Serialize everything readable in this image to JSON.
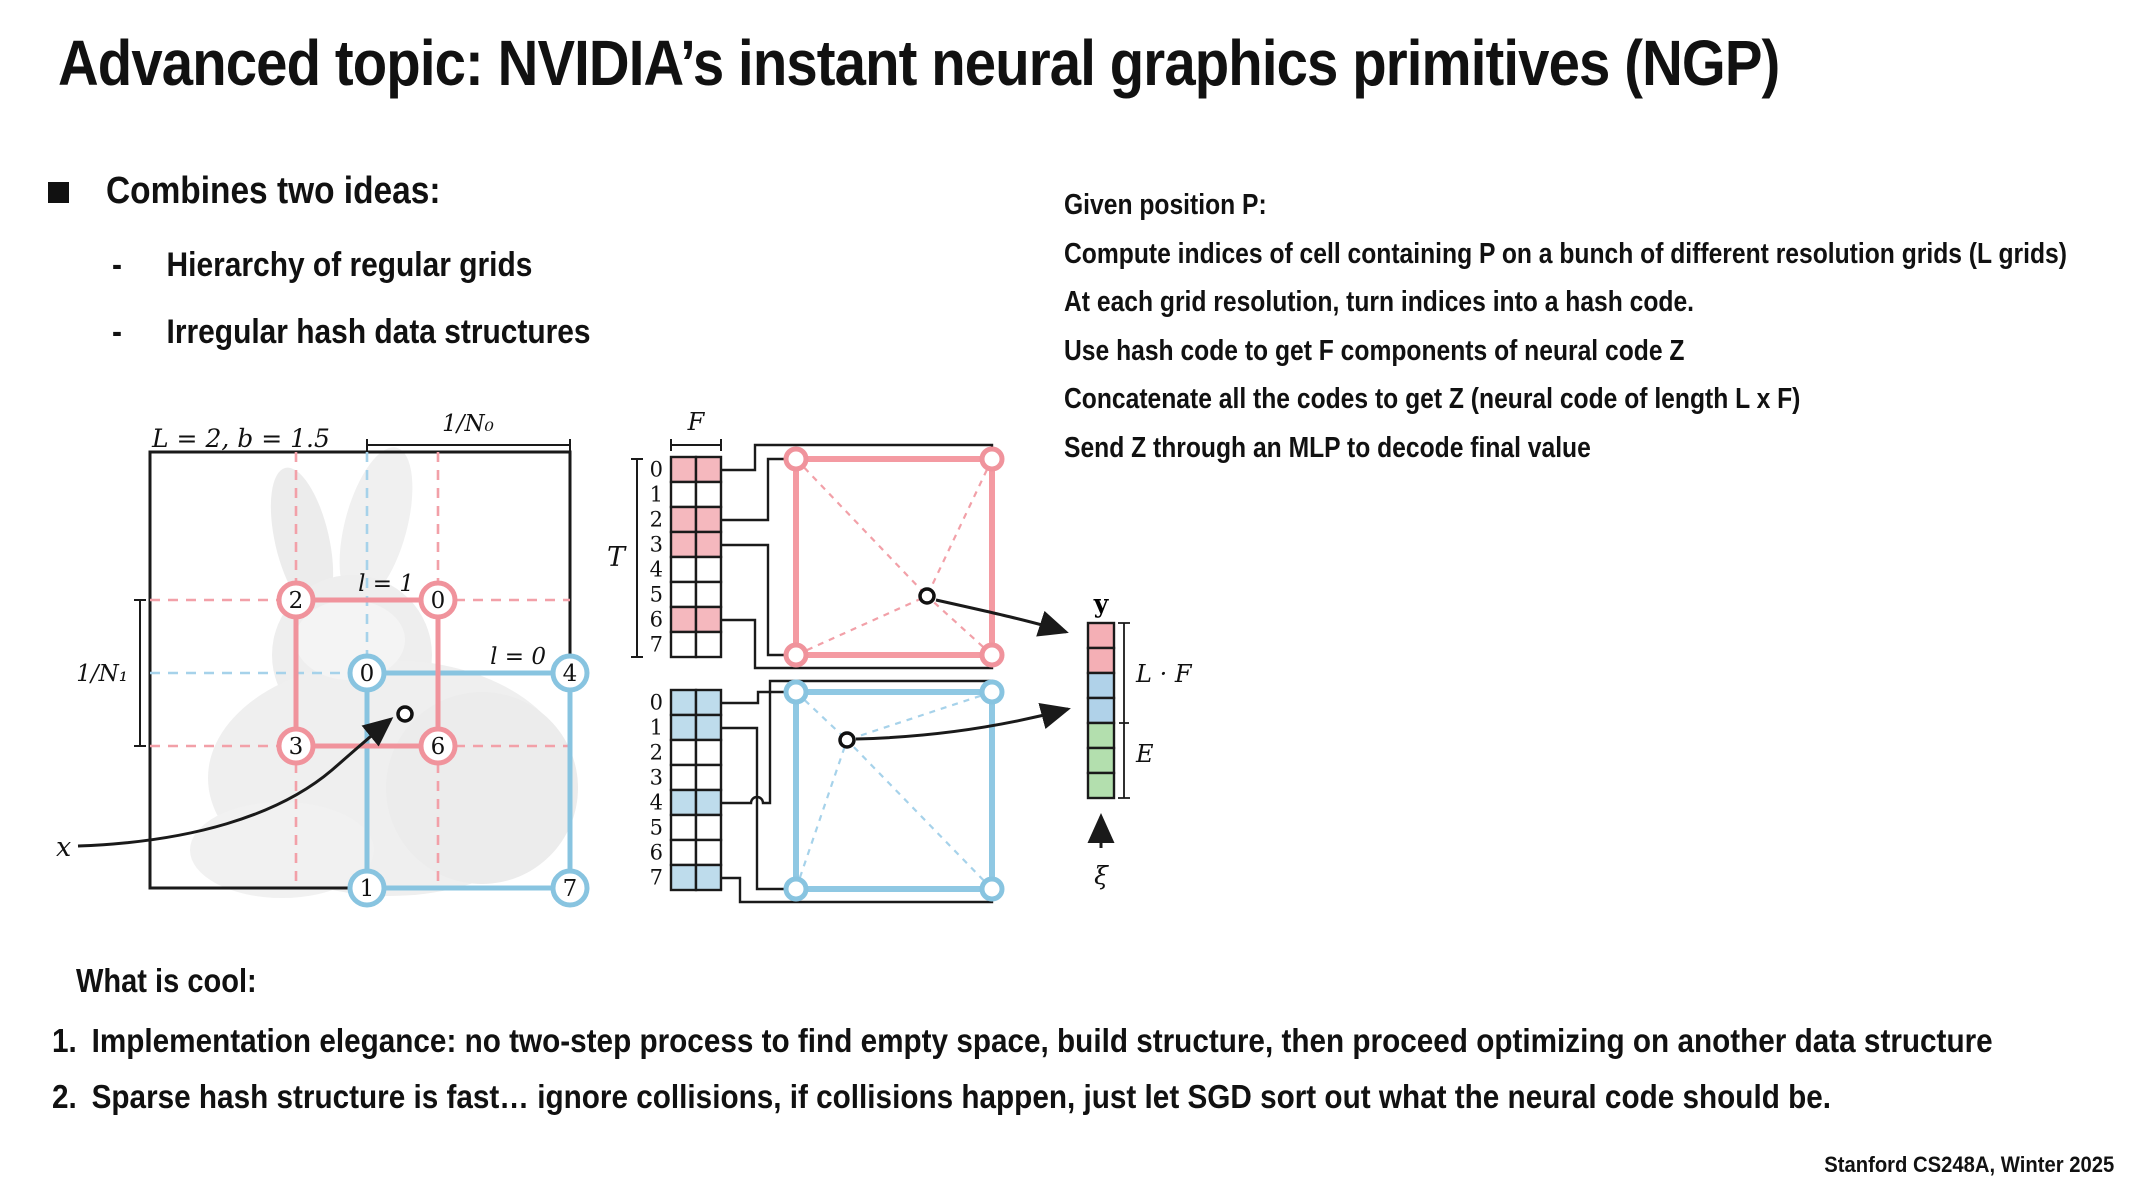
{
  "slide": {
    "title": "Advanced topic: NVIDIA’s instant neural graphics primitives (NGP)",
    "footer": "Stanford CS248A, Winter 2025"
  },
  "bullets": {
    "marker": "-",
    "main": "Combines two ideas:",
    "sub": [
      "Hierarchy of regular grids",
      "Irregular hash data structures"
    ]
  },
  "algorithm": {
    "lines": [
      "Given position P:",
      "Compute indices of cell containing P on a bunch of different resolution grids (L grids)",
      "At each grid resolution, turn indices into a hash code.",
      "Use hash code to get F components of neural code Z",
      "Concatenate all the codes to get Z (neural code of length L x F)",
      "Send Z through an MLP to decode final value"
    ]
  },
  "cool": {
    "heading": "What is cool:",
    "items": [
      {
        "num": "1.",
        "text": "Implementation elegance: no two-step process to find empty space, build structure, then proceed optimizing on another data structure"
      },
      {
        "num": "2.",
        "text": "Sparse hash structure is fast… ignore collisions, if collisions happen, just let SGD sort out what the neural code should be."
      }
    ]
  },
  "diagram": {
    "grid_label": "L = 2,  b = 1.5",
    "labels": {
      "inv_n0": "1/N₀",
      "inv_n1": "1/N₁",
      "T": "T",
      "F": "F",
      "x": "x",
      "y": "y",
      "LF": "L · F",
      "E": "E",
      "xi": "ξ",
      "l1": "l = 1",
      "l0": "l = 0"
    },
    "left_grid": {
      "pink_nodes": [
        "2",
        "0",
        "3",
        "6"
      ],
      "blue_nodes": [
        "0",
        "4",
        "1",
        "7"
      ]
    },
    "row_labels": [
      "0",
      "1",
      "2",
      "3",
      "4",
      "5",
      "6",
      "7"
    ],
    "levels": [
      {
        "name": "level-1-pink",
        "highlighted_rows": [
          0,
          2,
          3,
          6
        ]
      },
      {
        "name": "level-0-blue",
        "highlighted_rows": [
          0,
          1,
          4,
          7
        ]
      }
    ],
    "y_vector": {
      "cells": [
        "pink",
        "pink",
        "blue",
        "blue",
        "green",
        "green",
        "green"
      ]
    },
    "colors": {
      "pink_fill": "#f5b8be",
      "pink_stroke": "#f0939c",
      "pink_dash": "#f2a0a8",
      "blue_fill": "#bedcec",
      "blue_stroke": "#88c4e0",
      "blue_dash": "#a6d2ea",
      "green_fill": "#b3dfae",
      "yvec_pink": "#f4afb5",
      "yvec_blue": "#b0d2e9",
      "line": "#1a1a1a",
      "l1_label": "#ec8691",
      "l0_label": "#74b9d8"
    }
  }
}
